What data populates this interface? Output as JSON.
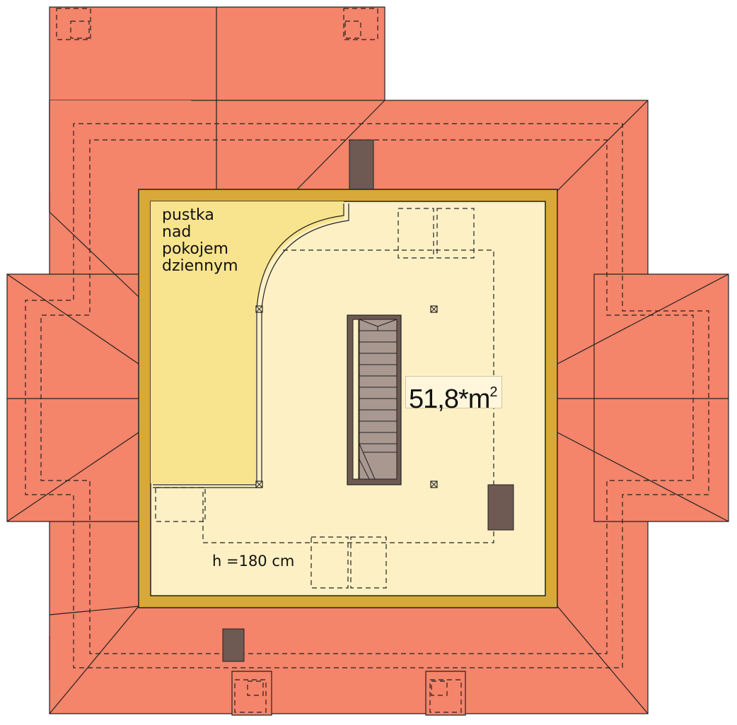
{
  "colors": {
    "roof": "#f4846a",
    "wall": "#d8a838",
    "floor": "#fdf0c4",
    "void": "#f8e48e",
    "chimney": "#6e5a52",
    "stairs": "#a89890",
    "line": "#222222"
  },
  "labels": {
    "void_lines": [
      "pustka",
      "nad",
      "pokojem",
      "dziennym"
    ],
    "area_value": "51,8*m",
    "area_unit_power": "2",
    "height": "h =180 cm"
  }
}
